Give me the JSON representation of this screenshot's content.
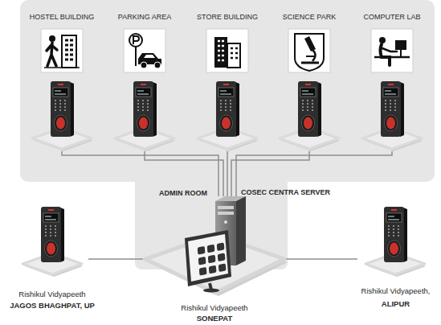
{
  "diagram": {
    "nodes": [
      {
        "text": [
          "HOSTEL BUILDING"
        ]
      },
      {
        "text": [
          "PARKING AREA"
        ]
      },
      {
        "text": [
          "STORE BUILDING"
        ]
      },
      {
        "text": [
          "SCIENCE PARK"
        ]
      },
      {
        "text": [
          "COMPUTER LAB"
        ]
      },
      {
        "text": [
          "ADMIN ROOM"
        ]
      },
      {
        "text": [
          "COSEC CENTRA SERVER",
          "Rishikul Vidyapeeth",
          "SONEPAT"
        ],
        "in": 5
      },
      {
        "text": [
          "Rishikul Vidyapeeth",
          "JAGOS BHAGHPAT, UP"
        ]
      },
      {
        "text": [
          "Rishikul Vidyapeeth,",
          "ALIPUR"
        ]
      }
    ],
    "edges": [
      {
        "from": 0,
        "to": 6,
        "arrow": "none"
      },
      {
        "from": 1,
        "to": 6,
        "arrow": "none"
      },
      {
        "from": 2,
        "to": 6,
        "arrow": "none"
      },
      {
        "from": 3,
        "to": 6,
        "arrow": "none"
      },
      {
        "from": 4,
        "to": 6,
        "arrow": "none"
      },
      {
        "from": 7,
        "to": 6,
        "arrow": "none"
      },
      {
        "from": 8,
        "to": 6,
        "arrow": "none"
      }
    ]
  }
}
